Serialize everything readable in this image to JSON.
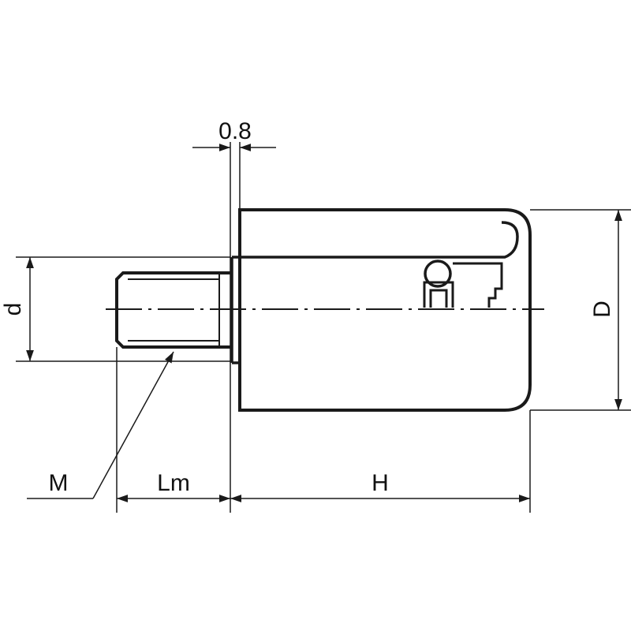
{
  "labels": {
    "offset": "0.8",
    "d": "d",
    "D": "D",
    "M": "M",
    "Lm": "Lm",
    "H": "H"
  },
  "colors": {
    "line": "#1a1a1a",
    "background": "#ffffff"
  }
}
